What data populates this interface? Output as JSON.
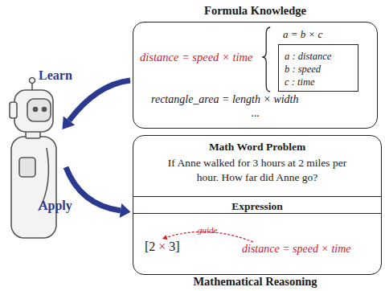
{
  "diagram": {
    "title": "Formula Knowledge",
    "caption": "Mathematical Reasoning",
    "nodes": [
      {
        "text": [
          "distance = speed × time",
          "a = b × c",
          "rectangle_area = length × width",
          "..."
        ]
      },
      {
        "text": [
          "a : distance",
          "b : speed",
          "c : time"
        ],
        "in": 0
      },
      {
        "text": [
          "Math Word Problem",
          "If Anne walked for 3 hours at 2 miles per hour. How far did Anne go?"
        ]
      },
      {
        "text": [
          "Expression",
          "[2 × 3]",
          "distance = speed × time"
        ],
        "in": 2
      }
    ],
    "labels": [
      "Learn",
      "Apply",
      "guide"
    ]
  }
}
